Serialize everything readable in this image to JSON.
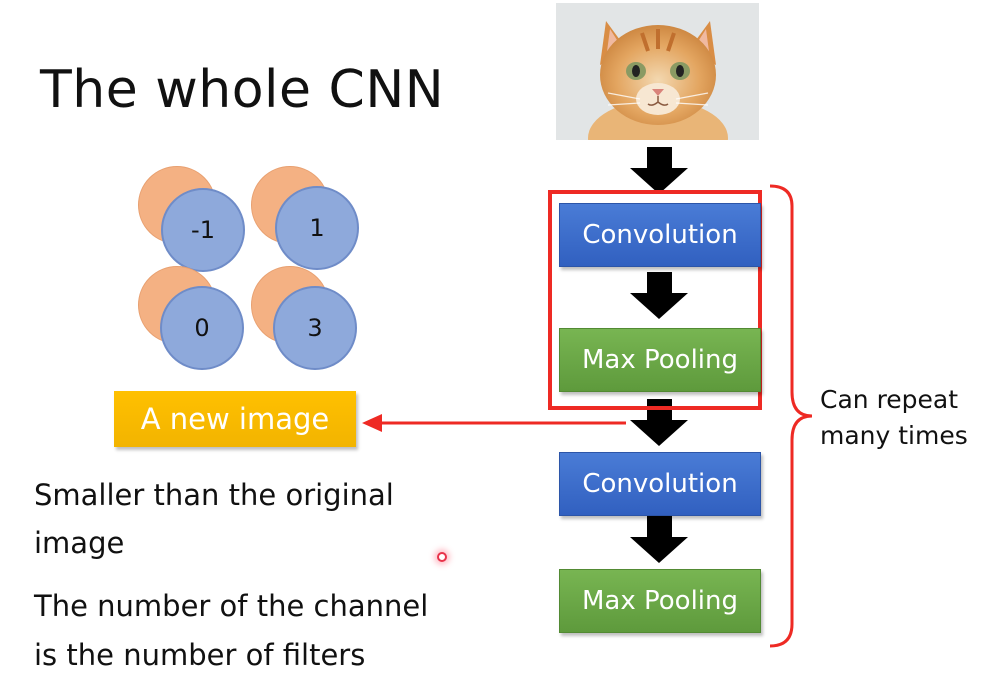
{
  "title": "The whole CNN",
  "feature_map": {
    "values": [
      "-1",
      "1",
      "0",
      "3"
    ]
  },
  "new_image_label": "A new image",
  "description": {
    "line1": "Smaller than the original",
    "line2": "image",
    "line3": "The number of the channel",
    "line4": "is the number of filters"
  },
  "pipeline": {
    "blocks": [
      {
        "label": "Convolution",
        "kind": "convolution"
      },
      {
        "label": "Max Pooling",
        "kind": "max-pooling"
      },
      {
        "label": "Convolution",
        "kind": "convolution"
      },
      {
        "label": "Max Pooling",
        "kind": "max-pooling"
      }
    ]
  },
  "repeat_note": {
    "line1": "Can repeat",
    "line2": "many times"
  },
  "colors": {
    "convolution": "#3d6fcc",
    "max_pooling": "#6aa846",
    "highlight_red": "#ee2a24",
    "new_image_fill": "#ffc000",
    "circle_front": "#8ea9db",
    "circle_back": "#f4b183"
  }
}
